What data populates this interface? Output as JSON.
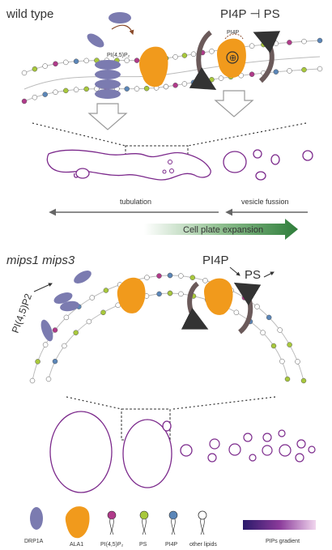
{
  "top_panel": {
    "title": "wild type",
    "regulation_label": "PI4P ⊣ PS",
    "pi45p2_label": "PI(4,5)P₂",
    "pi4p_label": "PI4P",
    "tubulation_label": "tubulation",
    "vesicle_label": "vesicle fussion",
    "expansion_label": "Cell plate expansion"
  },
  "bottom_panel": {
    "title": "mips1 mips3",
    "pi45p2_label": "PI(4,5)P2",
    "pi4p_label": "PI4P",
    "ps_label": "PS"
  },
  "legend": {
    "items": [
      {
        "label": "DRP1A",
        "icon": "drp1a-icon"
      },
      {
        "label": "ALA1",
        "icon": "ala1-icon"
      },
      {
        "label": "PI(4,5)P₂",
        "icon": "pi45p2-lipid-icon"
      },
      {
        "label": "PS",
        "icon": "ps-lipid-icon"
      },
      {
        "label": "PI4P",
        "icon": "pi4p-lipid-icon"
      },
      {
        "label": "other lipids",
        "icon": "other-lipid-icon"
      }
    ],
    "gradient_label": "PIPs gradient"
  },
  "colors": {
    "drp1a": "#7b7bb0",
    "ala1": "#f19a1c",
    "pi45p2": "#b03a8a",
    "ps": "#a8c83c",
    "pi4p": "#5b86b8",
    "membrane_outline": "#7c2a8c",
    "rotation_arrow": "#6b5a5a",
    "expansion_arrow": "#2e7d3a"
  }
}
